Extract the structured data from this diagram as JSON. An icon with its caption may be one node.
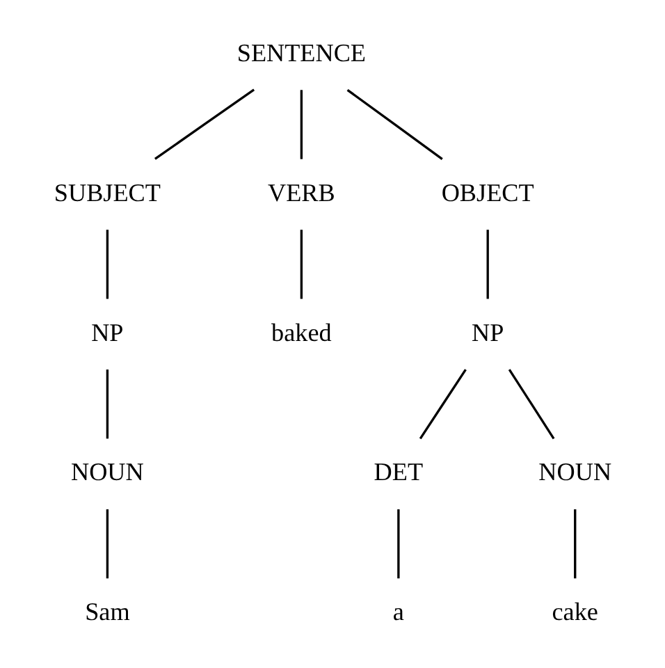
{
  "diagram": {
    "nodes": [
      {
        "text": [
          "SENTENCE"
        ]
      },
      {
        "text": [
          "SUBJECT"
        ]
      },
      {
        "text": [
          "VERB"
        ]
      },
      {
        "text": [
          "OBJECT"
        ]
      },
      {
        "text": [
          "NP"
        ]
      },
      {
        "text": [
          "baked"
        ]
      },
      {
        "text": [
          "NP"
        ]
      },
      {
        "text": [
          "NOUN"
        ]
      },
      {
        "text": [
          "DET"
        ]
      },
      {
        "text": [
          "NOUN"
        ]
      },
      {
        "text": [
          "Sam"
        ]
      },
      {
        "text": [
          "a"
        ]
      },
      {
        "text": [
          "cake"
        ]
      }
    ],
    "edges": [
      {
        "from": 0,
        "to": 1,
        "arrow": "none"
      },
      {
        "from": 0,
        "to": 2,
        "arrow": "none"
      },
      {
        "from": 0,
        "to": 3,
        "arrow": "none"
      },
      {
        "from": 1,
        "to": 4,
        "arrow": "none"
      },
      {
        "from": 2,
        "to": 5,
        "arrow": "none"
      },
      {
        "from": 3,
        "to": 6,
        "arrow": "none"
      },
      {
        "from": 4,
        "to": 7,
        "arrow": "none"
      },
      {
        "from": 6,
        "to": 8,
        "arrow": "none"
      },
      {
        "from": 6,
        "to": 9,
        "arrow": "none"
      },
      {
        "from": 7,
        "to": 10,
        "arrow": "none"
      },
      {
        "from": 8,
        "to": 11,
        "arrow": "none"
      },
      {
        "from": 9,
        "to": 12,
        "arrow": "none"
      }
    ]
  }
}
